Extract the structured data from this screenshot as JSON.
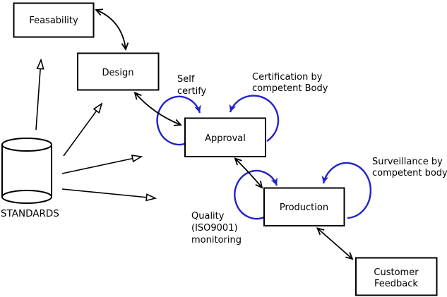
{
  "diagram": {
    "background": "#ffffff",
    "line_color": "#000000",
    "annotation_color": "#2222cc",
    "nodes": {
      "feasability": {
        "label": "Feasability"
      },
      "design": {
        "label": "Design"
      },
      "approval": {
        "label": "Approval"
      },
      "production": {
        "label": "Production"
      },
      "customer_feedback": {
        "line1": "Customer",
        "line2": "Feedback"
      }
    },
    "datastore": {
      "label": "STANDARDS"
    },
    "annotations": {
      "self_certify": {
        "line1": "Self",
        "line2": "certify"
      },
      "certification": {
        "line1": "Certification by",
        "line2": "competent Body"
      },
      "surveillance": {
        "line1": "Surveillance by",
        "line2": "competent body"
      },
      "quality": {
        "line1": "Quality",
        "line2": "(ISO9001)",
        "line3": "monitoring"
      }
    }
  }
}
